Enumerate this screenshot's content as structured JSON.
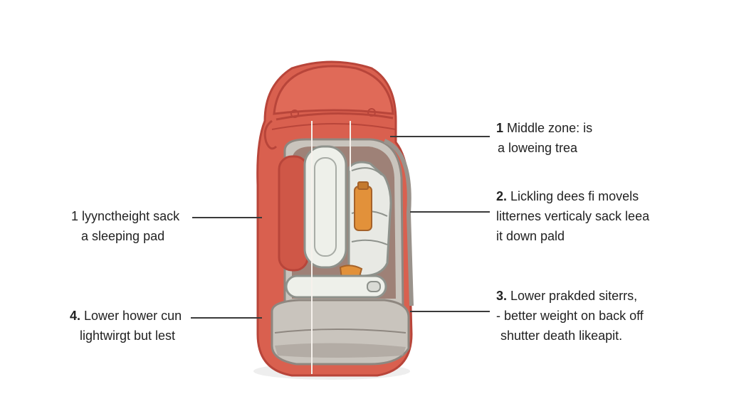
{
  "labels": {
    "top_right": {
      "number": "1",
      "lines": [
        "Middle zone: is",
        "a loweing trea"
      ]
    },
    "mid_right": {
      "number": "2.",
      "lines": [
        "Lickling dees fi movels",
        "litternes verticaly sack leea",
        "it down pald"
      ]
    },
    "lower_right": {
      "number": "3.",
      "lines": [
        "Lower prakded siterrs,",
        "- better weight on back off",
        "shutter death likeapit."
      ]
    },
    "mid_left": {
      "number": "1",
      "lines": [
        "lyynctheight sack",
        "a sleeping pad"
      ]
    },
    "lower_left": {
      "number": "4.",
      "lines": [
        "Lower hower cun",
        "lightwirgt but lest"
      ]
    }
  },
  "colors": {
    "pack_red": "#d9604f",
    "pack_red_dark": "#b8453a",
    "pack_inner": "#c9c4bd",
    "pad_white": "#eef0ea",
    "bottle_orange": "#e2913a",
    "line_dark": "#3a3a3a"
  }
}
